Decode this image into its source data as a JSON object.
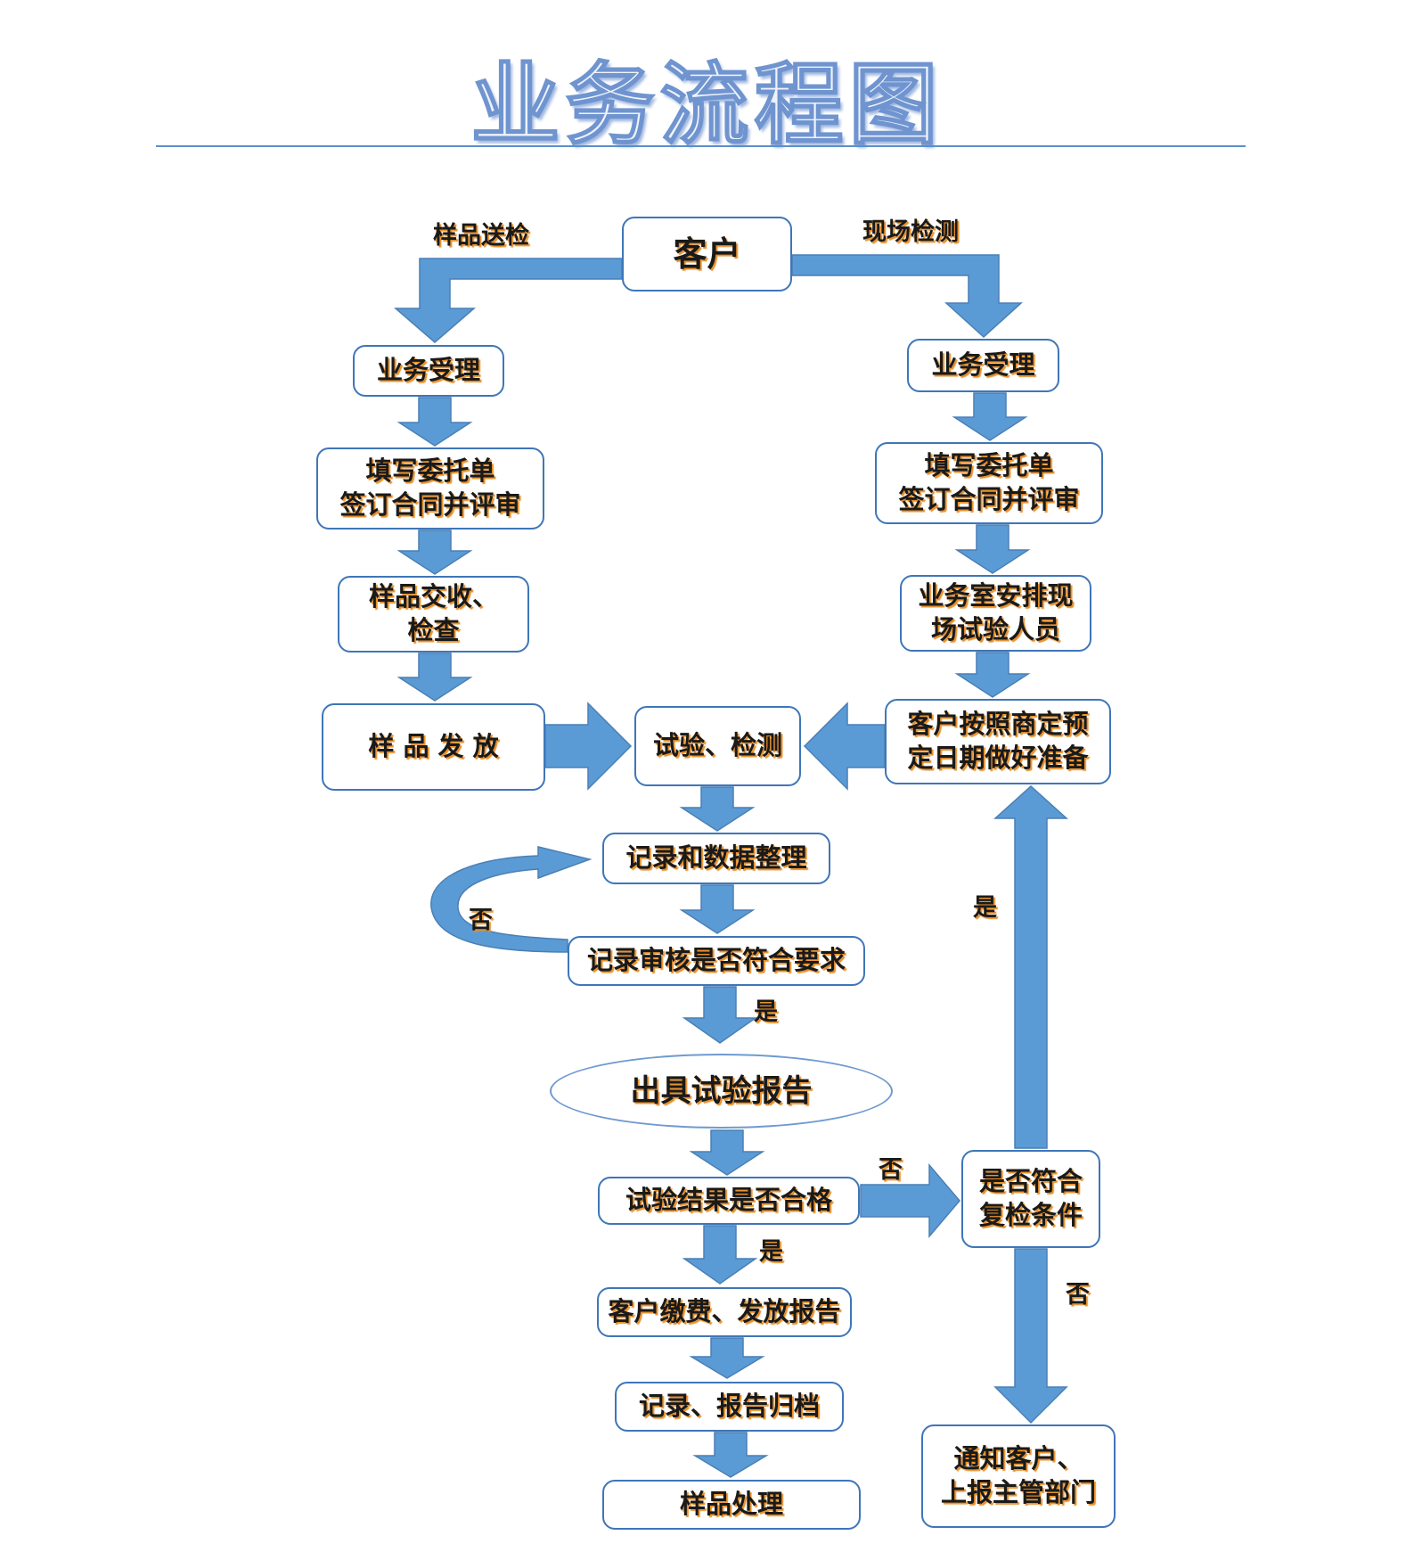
{
  "title": "业务流程图",
  "colors": {
    "arrow": "#5b9bd5",
    "arrow_stroke": "#4a7fb5",
    "border": "#3f76b8",
    "text_shadow": "#e8902a"
  },
  "nodes": {
    "customer": "客户",
    "left_accept": "业务受理",
    "left_contract": "填写委托单\n签订合同并评审",
    "sample_receive": "样品交收、\n检查",
    "sample_issue": "样 品 发 放",
    "test": "试验、检测",
    "right_accept": "业务受理",
    "right_contract": "填写委托单\n签订合同并评审",
    "arrange_staff": "业务室安排现\n场试验人员",
    "customer_prepare": "客户按照商定预\n定日期做好准备",
    "record_data": "记录和数据整理",
    "record_review": "记录审核是否符合要求",
    "issue_report": "出具试验报告",
    "result_pass": "试验结果是否合格",
    "recheck": "是否符合\n复检条件",
    "pay_report": "客户缴费、发放报告",
    "archive": "记录、报告归档",
    "sample_dispose": "样品处理",
    "notify": "通知客户、\n上报主管部门"
  },
  "labels": {
    "sample_delivery": "样品送检",
    "onsite_test": "现场检测",
    "no_review": "否",
    "yes_review": "是",
    "no_result": "否",
    "yes_result": "是",
    "yes_recheck": "是",
    "no_recheck": "否"
  }
}
